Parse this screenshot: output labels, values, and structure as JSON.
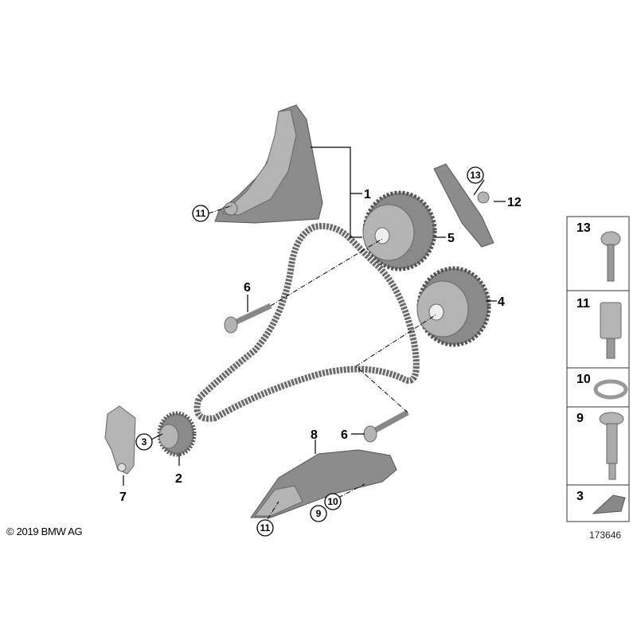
{
  "diagram": {
    "callouts": {
      "c1": "1",
      "c2": "2",
      "c3": "3",
      "c4": "4",
      "c5": "5",
      "c6a": "6",
      "c6b": "6",
      "c7": "7",
      "c8": "8",
      "c9": "9",
      "c10": "10",
      "c11a": "11",
      "c11b": "11",
      "c12": "12",
      "c13": "13"
    }
  },
  "legend": {
    "items": [
      {
        "number": "13",
        "part": "screw"
      },
      {
        "number": "11",
        "part": "bushing-bolt"
      },
      {
        "number": "10",
        "part": "washer"
      },
      {
        "number": "9",
        "part": "pin"
      },
      {
        "number": "3",
        "part": "woodruff-key"
      }
    ]
  },
  "footer": {
    "copyright": "© 2019 BMW AG",
    "reference": "173646"
  }
}
